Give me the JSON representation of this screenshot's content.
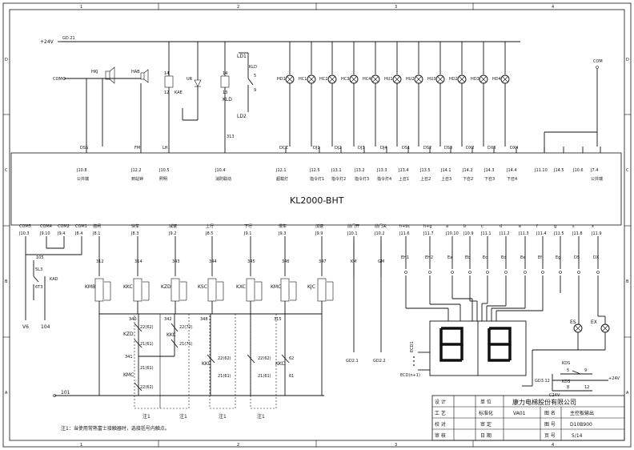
{
  "border": {
    "cols": [
      "1",
      "2",
      "3",
      "4"
    ],
    "rows": [
      "D",
      "C",
      "B",
      "A"
    ]
  },
  "top": {
    "supply": "+24V",
    "supply_pin": "GD.21",
    "com": "COM",
    "com_right": "COM",
    "hk_label": "HKJ",
    "hb_label": "HAB",
    "relay_pin": "14",
    "relay_pin2": "12",
    "relay_name": "KAE",
    "ur_label": "UR",
    "klb_14": "14",
    "klb_13": "13",
    "kld": "KLD",
    "kld2": "KLD",
    "ld1": "LD1",
    "ld2": "LD2",
    "ld_pins": [
      "5",
      "9"
    ],
    "lbl_313": "313",
    "lamps": [
      "HD1",
      "HC1",
      "HC2",
      "HC3",
      "HC4",
      "HU1",
      "HU2",
      "HU3",
      "HD2",
      "HD3",
      "HD4"
    ]
  },
  "board": {
    "name": "KL2000-BHT",
    "top_connectors": [
      {
        "tag": "DSS",
        "pin": "J10.8",
        "desc": "公共端"
      },
      {
        "tag": "FM",
        "pin": "J12.2",
        "desc": "到站钟"
      },
      {
        "tag": "LH",
        "pin": "J10.5",
        "desc": "照明"
      },
      {
        "tag": "",
        "pin": "J10.4",
        "desc": "消防联动"
      },
      {
        "tag": "DCZ",
        "pin": "J12.1",
        "desc": "超载灯"
      },
      {
        "tag": "DJ1",
        "pin": "J12.5",
        "desc": "指令灯1"
      },
      {
        "tag": "DJ2",
        "pin": "J13.1",
        "desc": "指令灯2"
      },
      {
        "tag": "DJ3",
        "pin": "J13.2",
        "desc": "指令灯3"
      },
      {
        "tag": "DJ4",
        "pin": "J13.3",
        "desc": "指令灯4"
      },
      {
        "tag": "DS1",
        "pin": "J13.4",
        "desc": "上召1"
      },
      {
        "tag": "DS2",
        "pin": "J13.5",
        "desc": "上召2"
      },
      {
        "tag": "DS3",
        "pin": "J14.1",
        "desc": "上召3"
      },
      {
        "tag": "DX2",
        "pin": "J14.2",
        "desc": "下召2"
      },
      {
        "tag": "DX3",
        "pin": "J14.3",
        "desc": "下召3"
      },
      {
        "tag": "DX4",
        "pin": "J14.4",
        "desc": "下召4"
      },
      {
        "tag": "",
        "pin": "J11.10",
        "desc": ""
      },
      {
        "tag": "",
        "pin": "J14.5",
        "desc": ""
      },
      {
        "tag": "",
        "pin": "J10.6",
        "desc": ""
      },
      {
        "tag": "",
        "pin": "J7.4",
        "desc": "公共端"
      }
    ],
    "bottom_connectors": [
      {
        "name": "COM5",
        "pin": "J10.3"
      },
      {
        "name": "COM4",
        "pin": "J9.10"
      },
      {
        "name": "COM2",
        "pin": "J9.4"
      },
      {
        "name": "COM1",
        "pin": "J8.4"
      },
      {
        "name": "抱闸",
        "pin": "J8.1"
      },
      {
        "name": "快车",
        "pin": "J8.3"
      },
      {
        "name": "减速",
        "pin": "J9.2"
      },
      {
        "name": "上行",
        "pin": "J8.5"
      },
      {
        "name": "下行",
        "pin": "J9.1"
      },
      {
        "name": "慢车",
        "pin": "J9.3"
      },
      {
        "name": "加速",
        "pin": "J9.9"
      },
      {
        "name": "前门开",
        "pin": "J10.1"
      },
      {
        "name": "前门关",
        "pin": "J10.2"
      },
      {
        "name": "h+bc",
        "pin": "J11.6"
      },
      {
        "name": "h+g",
        "pin": "J11.7"
      },
      {
        "name": "a",
        "pin": "J10.10"
      },
      {
        "name": "b",
        "pin": "J10.9"
      },
      {
        "name": "c",
        "pin": "J11.1"
      },
      {
        "name": "d",
        "pin": "J11.2"
      },
      {
        "name": "e",
        "pin": "J11.3"
      },
      {
        "name": "f",
        "pin": "J11.4"
      },
      {
        "name": "g",
        "pin": "J11.5"
      },
      {
        "name": "s",
        "pin": "J11.8"
      },
      {
        "name": "x",
        "pin": "J11.9"
      }
    ]
  },
  "bottom": {
    "wires": [
      "312",
      "314",
      "343",
      "344",
      "345",
      "346",
      "347",
      "KM",
      "GM"
    ],
    "lbl_105": "105",
    "lbl_5l3": "5L3",
    "lbl_6t3": "6T3",
    "kad": "KAD",
    "v6": "V6",
    "v104": "104",
    "v101": "101",
    "relays": [
      "KMB",
      "KKC",
      "KZD",
      "KSC",
      "KXC",
      "KMC",
      "KJC"
    ],
    "contacts": {
      "c340": "340",
      "c342": "342",
      "c341": "341",
      "c348": "348",
      "c315": "315",
      "kzd": "KZD",
      "kkc": "KKC",
      "kmc": "KMC",
      "kkc2": "KKC",
      "kkc3": "KKC",
      "a1": "22(62)",
      "a2": "22(72)",
      "a3": "21(61)",
      "a4": "21(71)",
      "a5": "21(61)",
      "a6": "22(62)",
      "a7": "22(62)",
      "a8": "21(61)",
      "a9": "22(62)",
      "a10": "21(61)",
      "n62": "62",
      "n61": "61"
    },
    "notes_under": [
      "注1",
      "注1",
      "注1",
      "注1"
    ],
    "gd1": "GD2.1",
    "gd2": "GD2.2",
    "ecd1": "ECD1",
    "ecdn": "ECD(n+1)",
    "seg_labels": [
      "EH1",
      "EH2",
      "Ea",
      "Eb",
      "Ec",
      "Ed",
      "Ee",
      "Ef",
      "Eg",
      "DS",
      "DX"
    ],
    "es": "ES",
    "ex": "EX",
    "kds": "KDS",
    "kds2": "KDS",
    "p5": "5",
    "p9": "9",
    "p8": "8",
    "p12": "12",
    "gd_b": "GD3.12",
    "v24b": "+24V",
    "c24v": "C24V",
    "footnote": "注1：当使用常熟富士接触器时，选接括号内触点。"
  },
  "titleblock": {
    "r1c1": "设 计",
    "r1c3": "单 位",
    "r1c4": "康力电梯股份有限公司",
    "r2c1": "工 艺",
    "r2c3": "标准化",
    "r2c3v": "VA01",
    "r2c4": "图 名",
    "r2c5": "主控板输出",
    "r3c1": "校 对",
    "r3c3": "审 定",
    "r3c4": "图 号",
    "r3c5": "D10B900",
    "r4c1": "审 核",
    "r4c3": "日 期",
    "r4c4": "页 号",
    "r4c5": "5/14"
  }
}
